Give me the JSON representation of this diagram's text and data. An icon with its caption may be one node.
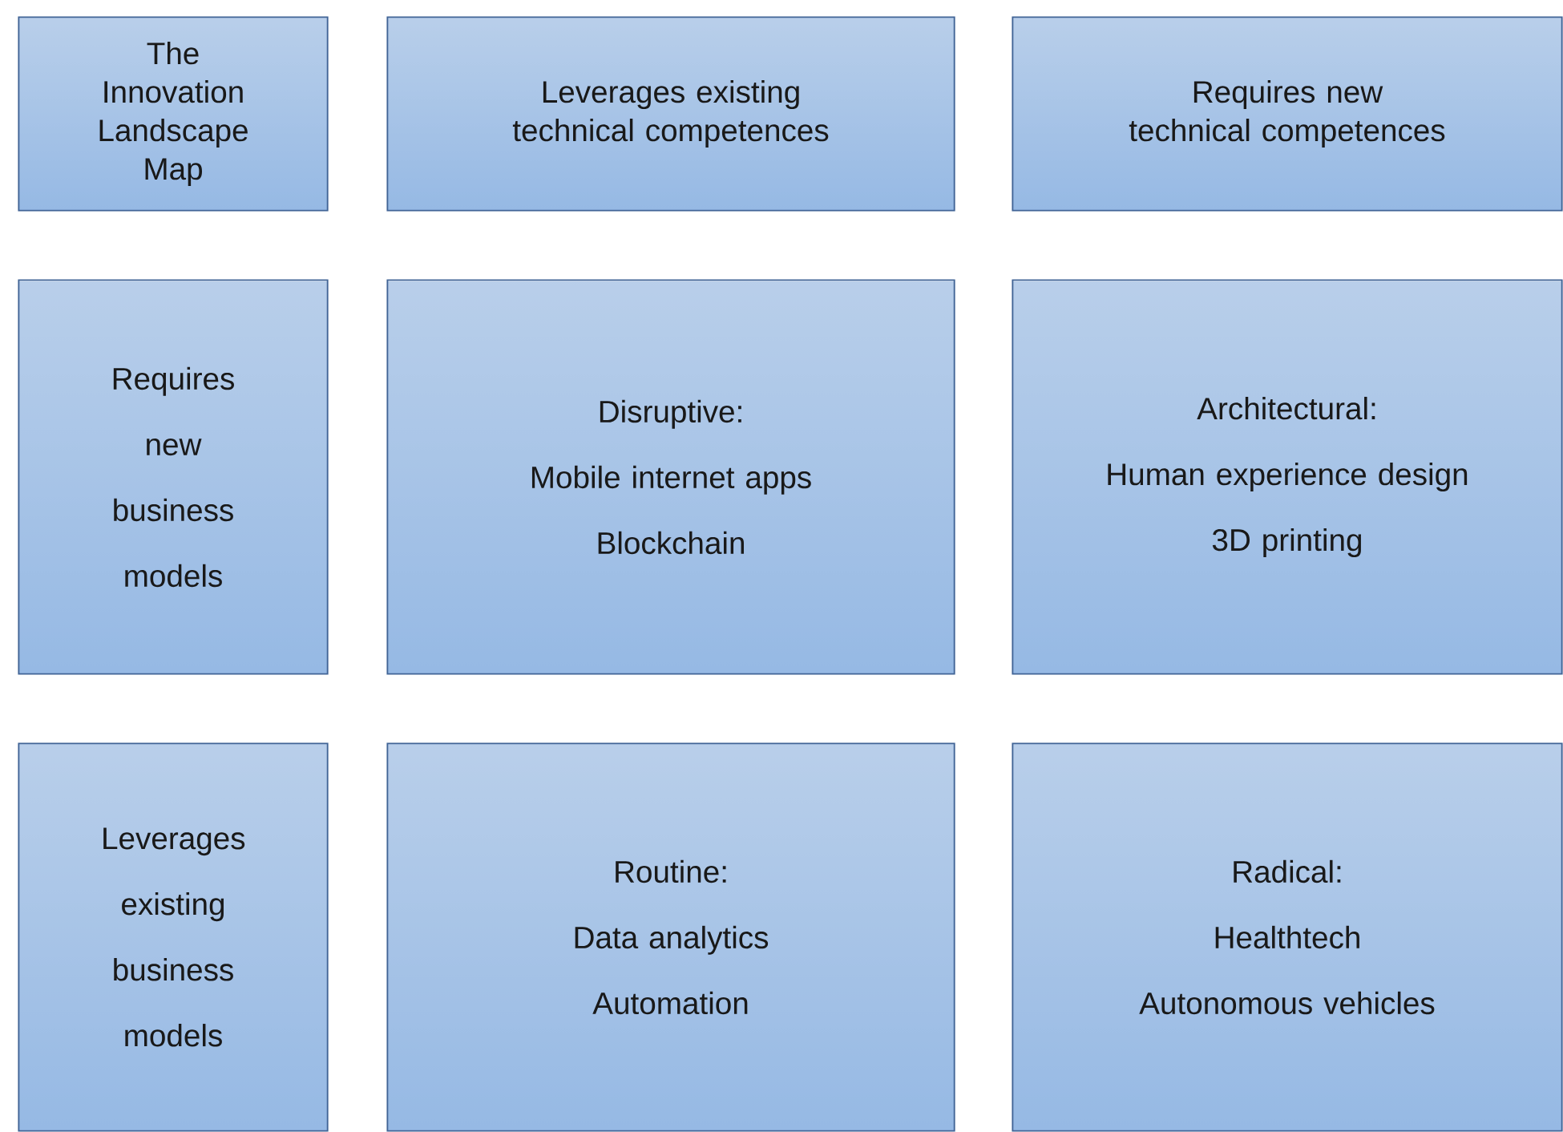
{
  "diagram": {
    "nodes": [
      {
        "text": [
          "The Innovation Landscape Map"
        ]
      },
      {
        "text": [
          "Leverages existing technical competences"
        ]
      },
      {
        "text": [
          "Requires new technical competences"
        ]
      },
      {
        "text": [
          "Requires new business models"
        ]
      },
      {
        "text": [
          "Disruptive:",
          "Mobile internet apps",
          "Blockchain"
        ]
      },
      {
        "text": [
          "Architectural:",
          "Human experience design",
          "3D printing"
        ]
      },
      {
        "text": [
          "Leverages existing business models"
        ]
      },
      {
        "text": [
          "Routine:",
          "Data analytics",
          "Automation"
        ]
      },
      {
        "text": [
          "Radical:",
          "Healthtech",
          "Autonomous vehicles"
        ]
      }
    ]
  }
}
